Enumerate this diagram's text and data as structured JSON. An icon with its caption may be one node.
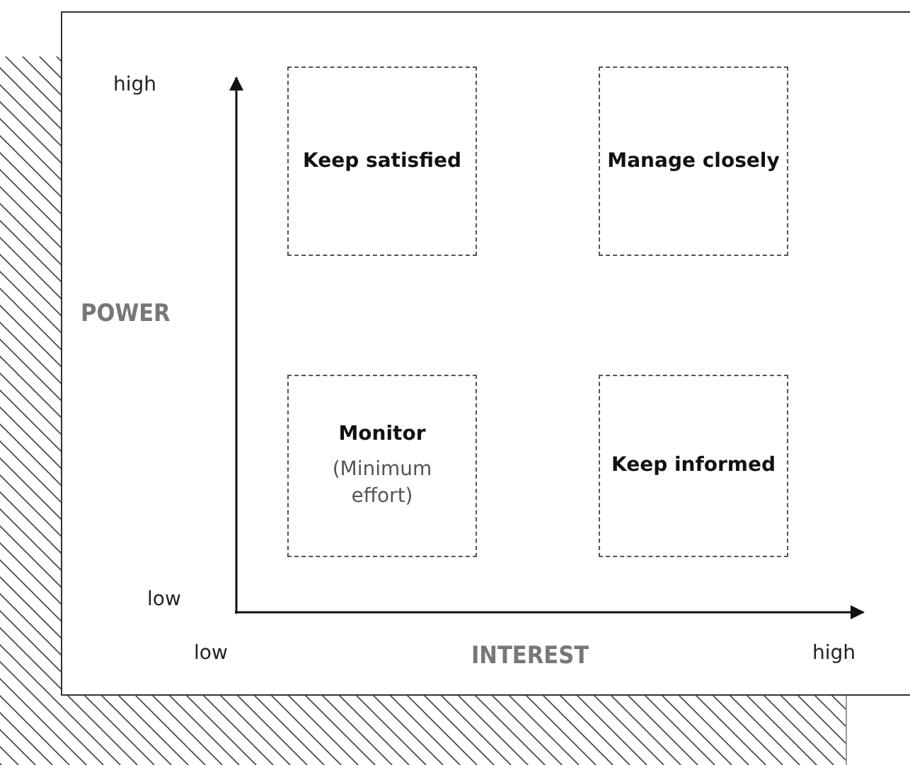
{
  "diagram": {
    "nodes": [
      {
        "text": [
          "Keep satisfied"
        ]
      },
      {
        "text": [
          "Manage closely"
        ]
      },
      {
        "text": [
          "Monitor",
          "(Minimum effort)"
        ]
      },
      {
        "text": [
          "Keep informed"
        ]
      }
    ],
    "labels": [
      "high",
      "POWER",
      "low",
      "low",
      "INTEREST",
      "high"
    ]
  }
}
